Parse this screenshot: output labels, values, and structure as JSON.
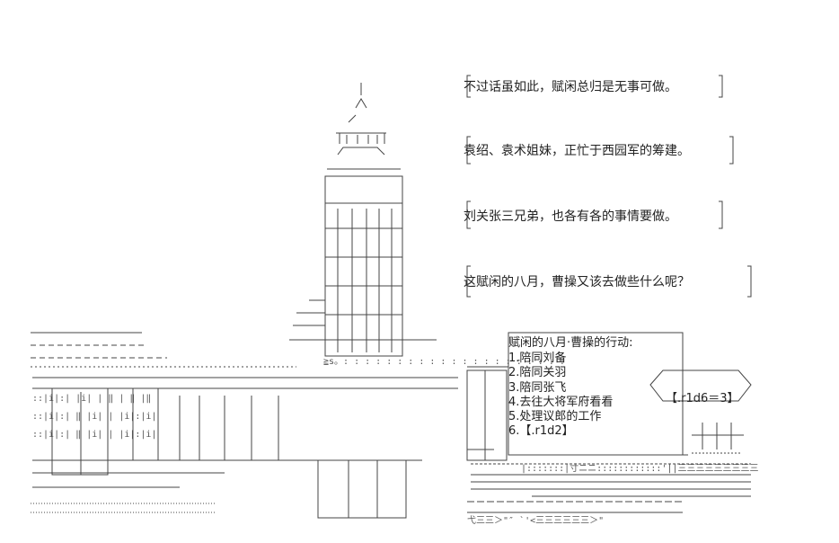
{
  "dialogue": [
    "不过话虽如此，赋闲总归是无事可做。",
    "袁绍、袁术姐妹，正忙于西园军的筹建。",
    "刘关张三兄弟，也各有各的事情要做。",
    "这赋闲的八月，曹操又该去做些什么呢？"
  ],
  "menu": {
    "title": "赋闲的八月·曹操的行动:",
    "options": [
      "1.陪同刘备",
      "2.陪同关羽",
      "3.陪同张飞",
      "4.去往大将军府看看",
      "5.处理议郎的工作",
      "6.【.r1d2】"
    ]
  },
  "dice": "【.r1d6＝3】"
}
